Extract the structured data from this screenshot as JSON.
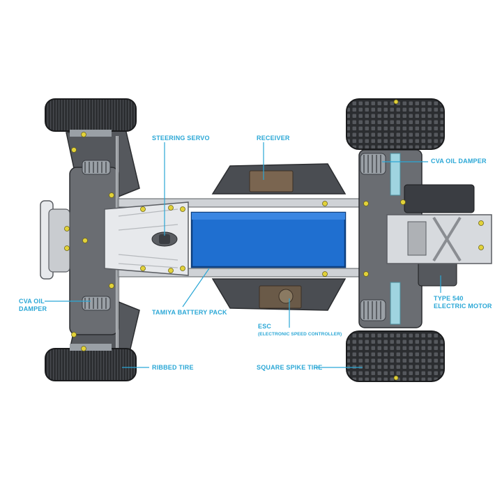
{
  "labels": {
    "steering_servo": "STEERING SERVO",
    "receiver": "RECEIVER",
    "cva_oil_damper_rear": "CVA OIL DAMPER",
    "cva_oil_damper_front_line1": "CVA OIL",
    "cva_oil_damper_front_line2": "DAMPER",
    "tamiya_battery_pack": "TAMIYA BATTERY PACK",
    "esc": "ESC",
    "esc_full": "(ELECTRONIC SPEED CONTROLLER)",
    "type540_line1": "TYPE 540",
    "type540_line2": "ELECTRIC MOTOR",
    "ribbed_tire": "RIBBED TIRE",
    "square_spike_tire": "SQUARE SPIKE TIRE"
  },
  "colors": {
    "label": "#2aa7d6",
    "leader": "#2aa7d6",
    "battery": "#1f6fd0",
    "chassis_dark": "#4a4d52",
    "chassis_mid": "#8a8d92",
    "plate_light": "#e7e9ec",
    "tire": "#2b2d30",
    "screw": "#e2d23a",
    "damper_blue": "#9fd4e0"
  }
}
